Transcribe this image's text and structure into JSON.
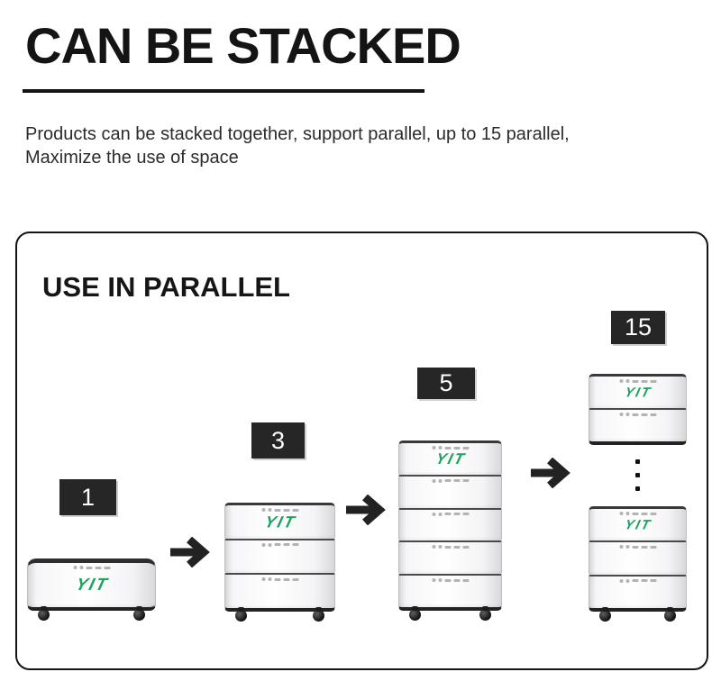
{
  "header": {
    "title": "CAN BE STACKED",
    "subtitle_line1": "Products can be stacked together, support parallel, up to 15 parallel,",
    "subtitle_line2": "Maximize the use of space"
  },
  "panel": {
    "heading": "USE IN PARALLEL",
    "brand": "YIT",
    "stacks": [
      {
        "label": "1",
        "units": 1
      },
      {
        "label": "3",
        "units": 3
      },
      {
        "label": "5",
        "units": 5
      },
      {
        "label": "15",
        "units_shown": 5,
        "units_total": 15,
        "has_ellipsis": true
      }
    ],
    "icons": {
      "arrow": "thick-right-arrow",
      "ellipsis": "vertical-ellipsis"
    },
    "colors": {
      "label_bg": "#262626",
      "label_text": "#ffffff",
      "brand_green": "#1ca35e",
      "arrow": "#222222",
      "panel_border": "#141414"
    }
  }
}
